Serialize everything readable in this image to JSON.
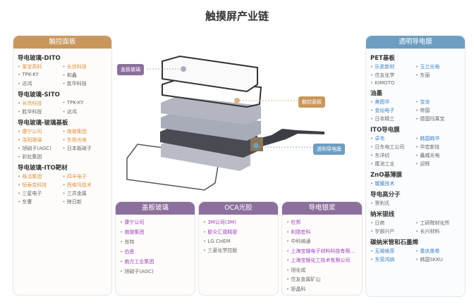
{
  "title": "触摸屏产业链",
  "colors": {
    "orange": "#e0903f",
    "blue": "#3b82c8",
    "purple": "#a23fc0",
    "tan": "#c9975c",
    "steel": "#6d9ec2",
    "plum": "#8c6f9c"
  },
  "left_panel": {
    "header": "触控面板",
    "sections": [
      {
        "title": "导电玻璃-DITO",
        "items": [
          {
            "t": "莱宝高科",
            "h": 1
          },
          {
            "t": "长信科技",
            "h": 1
          },
          {
            "t": "TPK-KY"
          },
          {
            "t": "和鑫"
          },
          {
            "t": "达鸿"
          },
          {
            "t": "胜华科技"
          }
        ]
      },
      {
        "title": "导电玻璃-SITO",
        "items": [
          {
            "t": "长信科技",
            "h": 1
          },
          {
            "t": "TPK-KY"
          },
          {
            "t": "胜华科技"
          },
          {
            "t": "达鸿"
          }
        ]
      },
      {
        "title": "导电玻璃-玻璃基板",
        "items": [
          {
            "t": "康宁公司",
            "h": 1
          },
          {
            "t": "南玻集团",
            "h": 1
          },
          {
            "t": "洛阳玻璃",
            "h": 1
          },
          {
            "t": "东旭光电",
            "h": 1
          },
          {
            "t": "旭硝子(AGC)"
          },
          {
            "t": "日本板硝子"
          },
          {
            "t": "彩虹集团"
          }
        ]
      },
      {
        "title": "导电玻璃-ITO靶材",
        "items": [
          {
            "t": "株冶集团",
            "h": 1
          },
          {
            "t": "四丰电子",
            "h": 1
          },
          {
            "t": "恒泰克科技",
            "h": 1
          },
          {
            "t": "西格玛技术",
            "h": 1
          },
          {
            "t": "三星电子"
          },
          {
            "t": "三井金属"
          },
          {
            "t": "东曹"
          },
          {
            "t": "映日新"
          }
        ]
      }
    ]
  },
  "right_panel": {
    "header": "透明导电膜",
    "sections": [
      {
        "title": "PET基板",
        "items": [
          {
            "t": "乐凯新材",
            "h": 1
          },
          {
            "t": "玉兰光电",
            "h": 1
          },
          {
            "t": "住友化学"
          },
          {
            "t": "东丽"
          },
          {
            "t": "KIMOTO"
          }
        ]
      },
      {
        "title": "油墨",
        "items": [
          {
            "t": "美图华",
            "h": 1
          },
          {
            "t": "宝龙",
            "h": 1
          },
          {
            "t": "金仙电子",
            "h": 1
          },
          {
            "t": "帝国"
          },
          {
            "t": "日本精工"
          },
          {
            "t": "德国玛莱宝"
          }
        ]
      },
      {
        "title": "ITO导电膜",
        "items": [
          {
            "t": "卓韦",
            "h": 1
          },
          {
            "t": "韩国韩华",
            "h": 1
          },
          {
            "t": "日东电工公司"
          },
          {
            "t": "华宏新技"
          },
          {
            "t": "东洋纺"
          },
          {
            "t": "鑫威光电"
          },
          {
            "t": "尾池工业"
          },
          {
            "t": "迎辉"
          }
        ]
      },
      {
        "title": "ZnO基薄膜",
        "items": [
          {
            "t": "镀膜技术",
            "h": 1
          }
        ]
      },
      {
        "title": "导电高分子",
        "items": [
          {
            "t": "贺利氏"
          }
        ]
      },
      {
        "title": "纳米银线",
        "items": [
          {
            "t": "日商"
          },
          {
            "t": "工研院材化所"
          },
          {
            "t": "宇部兴产"
          },
          {
            "t": "长兴材料"
          }
        ]
      },
      {
        "title": "碳纳米管和石墨烯",
        "items": [
          {
            "t": "无锡格菲",
            "h": 1
          },
          {
            "t": "重庆墨希",
            "h": 1
          },
          {
            "t": "东莞鸿纳",
            "h": 1
          },
          {
            "t": "韩国SKKU"
          }
        ]
      }
    ]
  },
  "bottom_panels": [
    {
      "header": "盖板玻璃",
      "items": [
        {
          "t": "康宁公司",
          "h": 1
        },
        {
          "t": "南玻集团",
          "h": 1
        },
        {
          "t": "肖特"
        },
        {
          "t": "伯恩",
          "h": 1
        },
        {
          "t": "南方工业集团",
          "h": 1
        },
        {
          "t": "旭硝子(AGC)"
        }
      ]
    },
    {
      "header": "OCA光胶",
      "items": [
        {
          "t": "3M公司(3M)",
          "h": 1
        },
        {
          "t": "联众汇德精密",
          "h": 1
        },
        {
          "t": "LG CHEM"
        },
        {
          "t": "三菱化学控股"
        }
      ]
    },
    {
      "header": "导电银浆",
      "items": [
        {
          "t": "杜邦",
          "h": 1
        },
        {
          "t": "利德宏科",
          "h": 1
        },
        {
          "t": "中科纳通"
        },
        {
          "t": "上海宝银电子材料科技有限...",
          "h": 1
        },
        {
          "t": "上海宝银化工技术有限公司",
          "h": 1
        },
        {
          "t": "旭化成"
        },
        {
          "t": "住友金属矿山"
        },
        {
          "t": "钜晶科"
        }
      ]
    }
  ],
  "callouts": {
    "cover": "盖板玻璃",
    "touch": "触控面板",
    "film": "透明导电膜"
  }
}
